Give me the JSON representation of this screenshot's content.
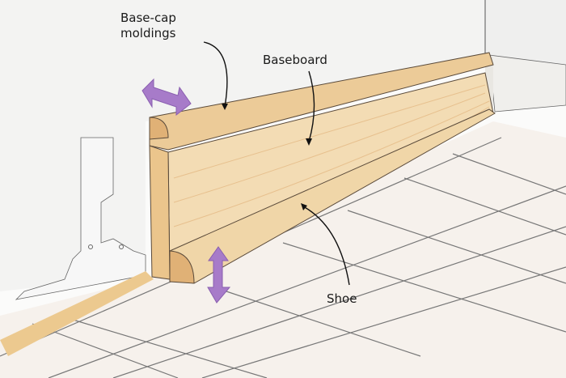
{
  "diagram": {
    "subject": "Baseboard molding assembly",
    "labels": {
      "base_cap_line1": "Base-cap",
      "base_cap_line2": "moldings",
      "baseboard": "Baseboard",
      "shoe": "Shoe"
    },
    "parts": [
      {
        "name": "Base-cap moldings",
        "movement": "horizontal (in/out from wall)"
      },
      {
        "name": "Baseboard",
        "movement": "fixed"
      },
      {
        "name": "Shoe",
        "movement": "vertical (up/down with floor)"
      }
    ],
    "colors": {
      "wood_light": "#f3dcb4",
      "wood_mid": "#e9c592",
      "wood_dark": "#d9a56a",
      "arrow_purple": "#a77bc9",
      "wall": "#f4f4f4",
      "floor_line": "#6d6d6d",
      "ink": "#1a1a1a"
    }
  }
}
